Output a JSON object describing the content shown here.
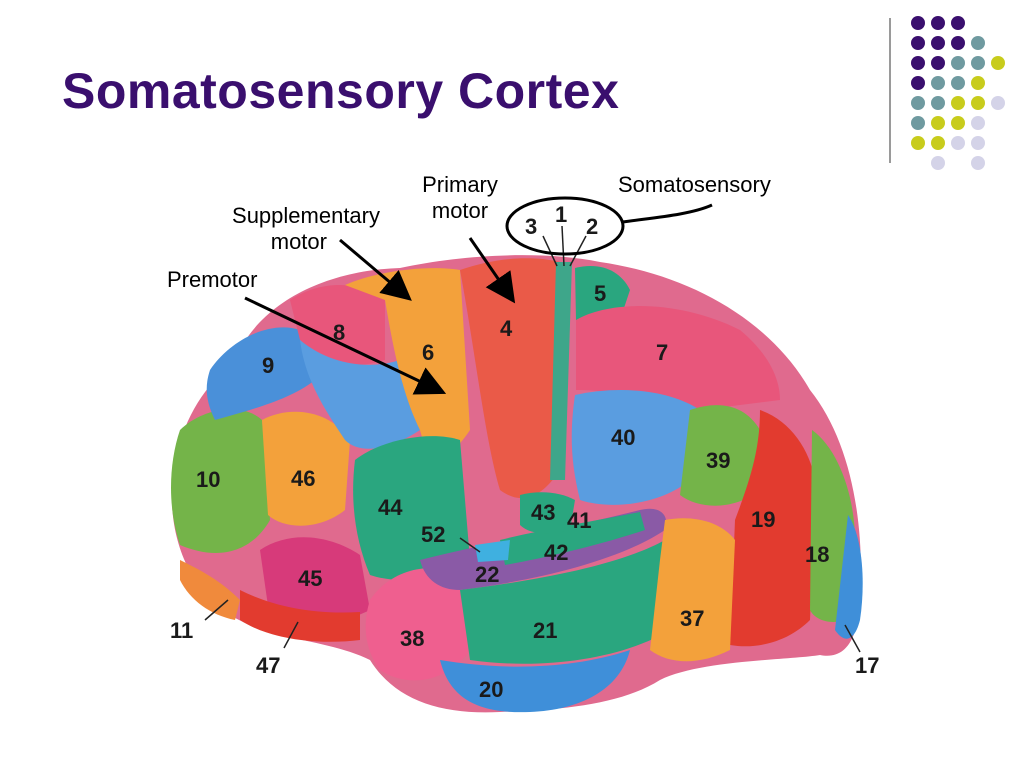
{
  "slide": {
    "title": "Somatosensory Cortex"
  },
  "labels": {
    "primary_motor": [
      "Primary",
      "motor"
    ],
    "supplementary_motor": [
      "Supplementary",
      "motor"
    ],
    "premotor": "Premotor",
    "somatosensory": "Somatosensory"
  },
  "areas": [
    "1",
    "2",
    "3",
    "4",
    "5",
    "6",
    "7",
    "8",
    "9",
    "10",
    "11",
    "17",
    "18",
    "19",
    "20",
    "21",
    "22",
    "37",
    "38",
    "39",
    "40",
    "41",
    "42",
    "43",
    "44",
    "45",
    "46",
    "47",
    "52"
  ],
  "colors": {
    "title": "#3a0f6e",
    "dot_purple": "#3a0f6e",
    "dot_teal": "#6f9aa0",
    "dot_yellow": "#c8cc1c",
    "dot_lavender": "#d4d3e8"
  }
}
